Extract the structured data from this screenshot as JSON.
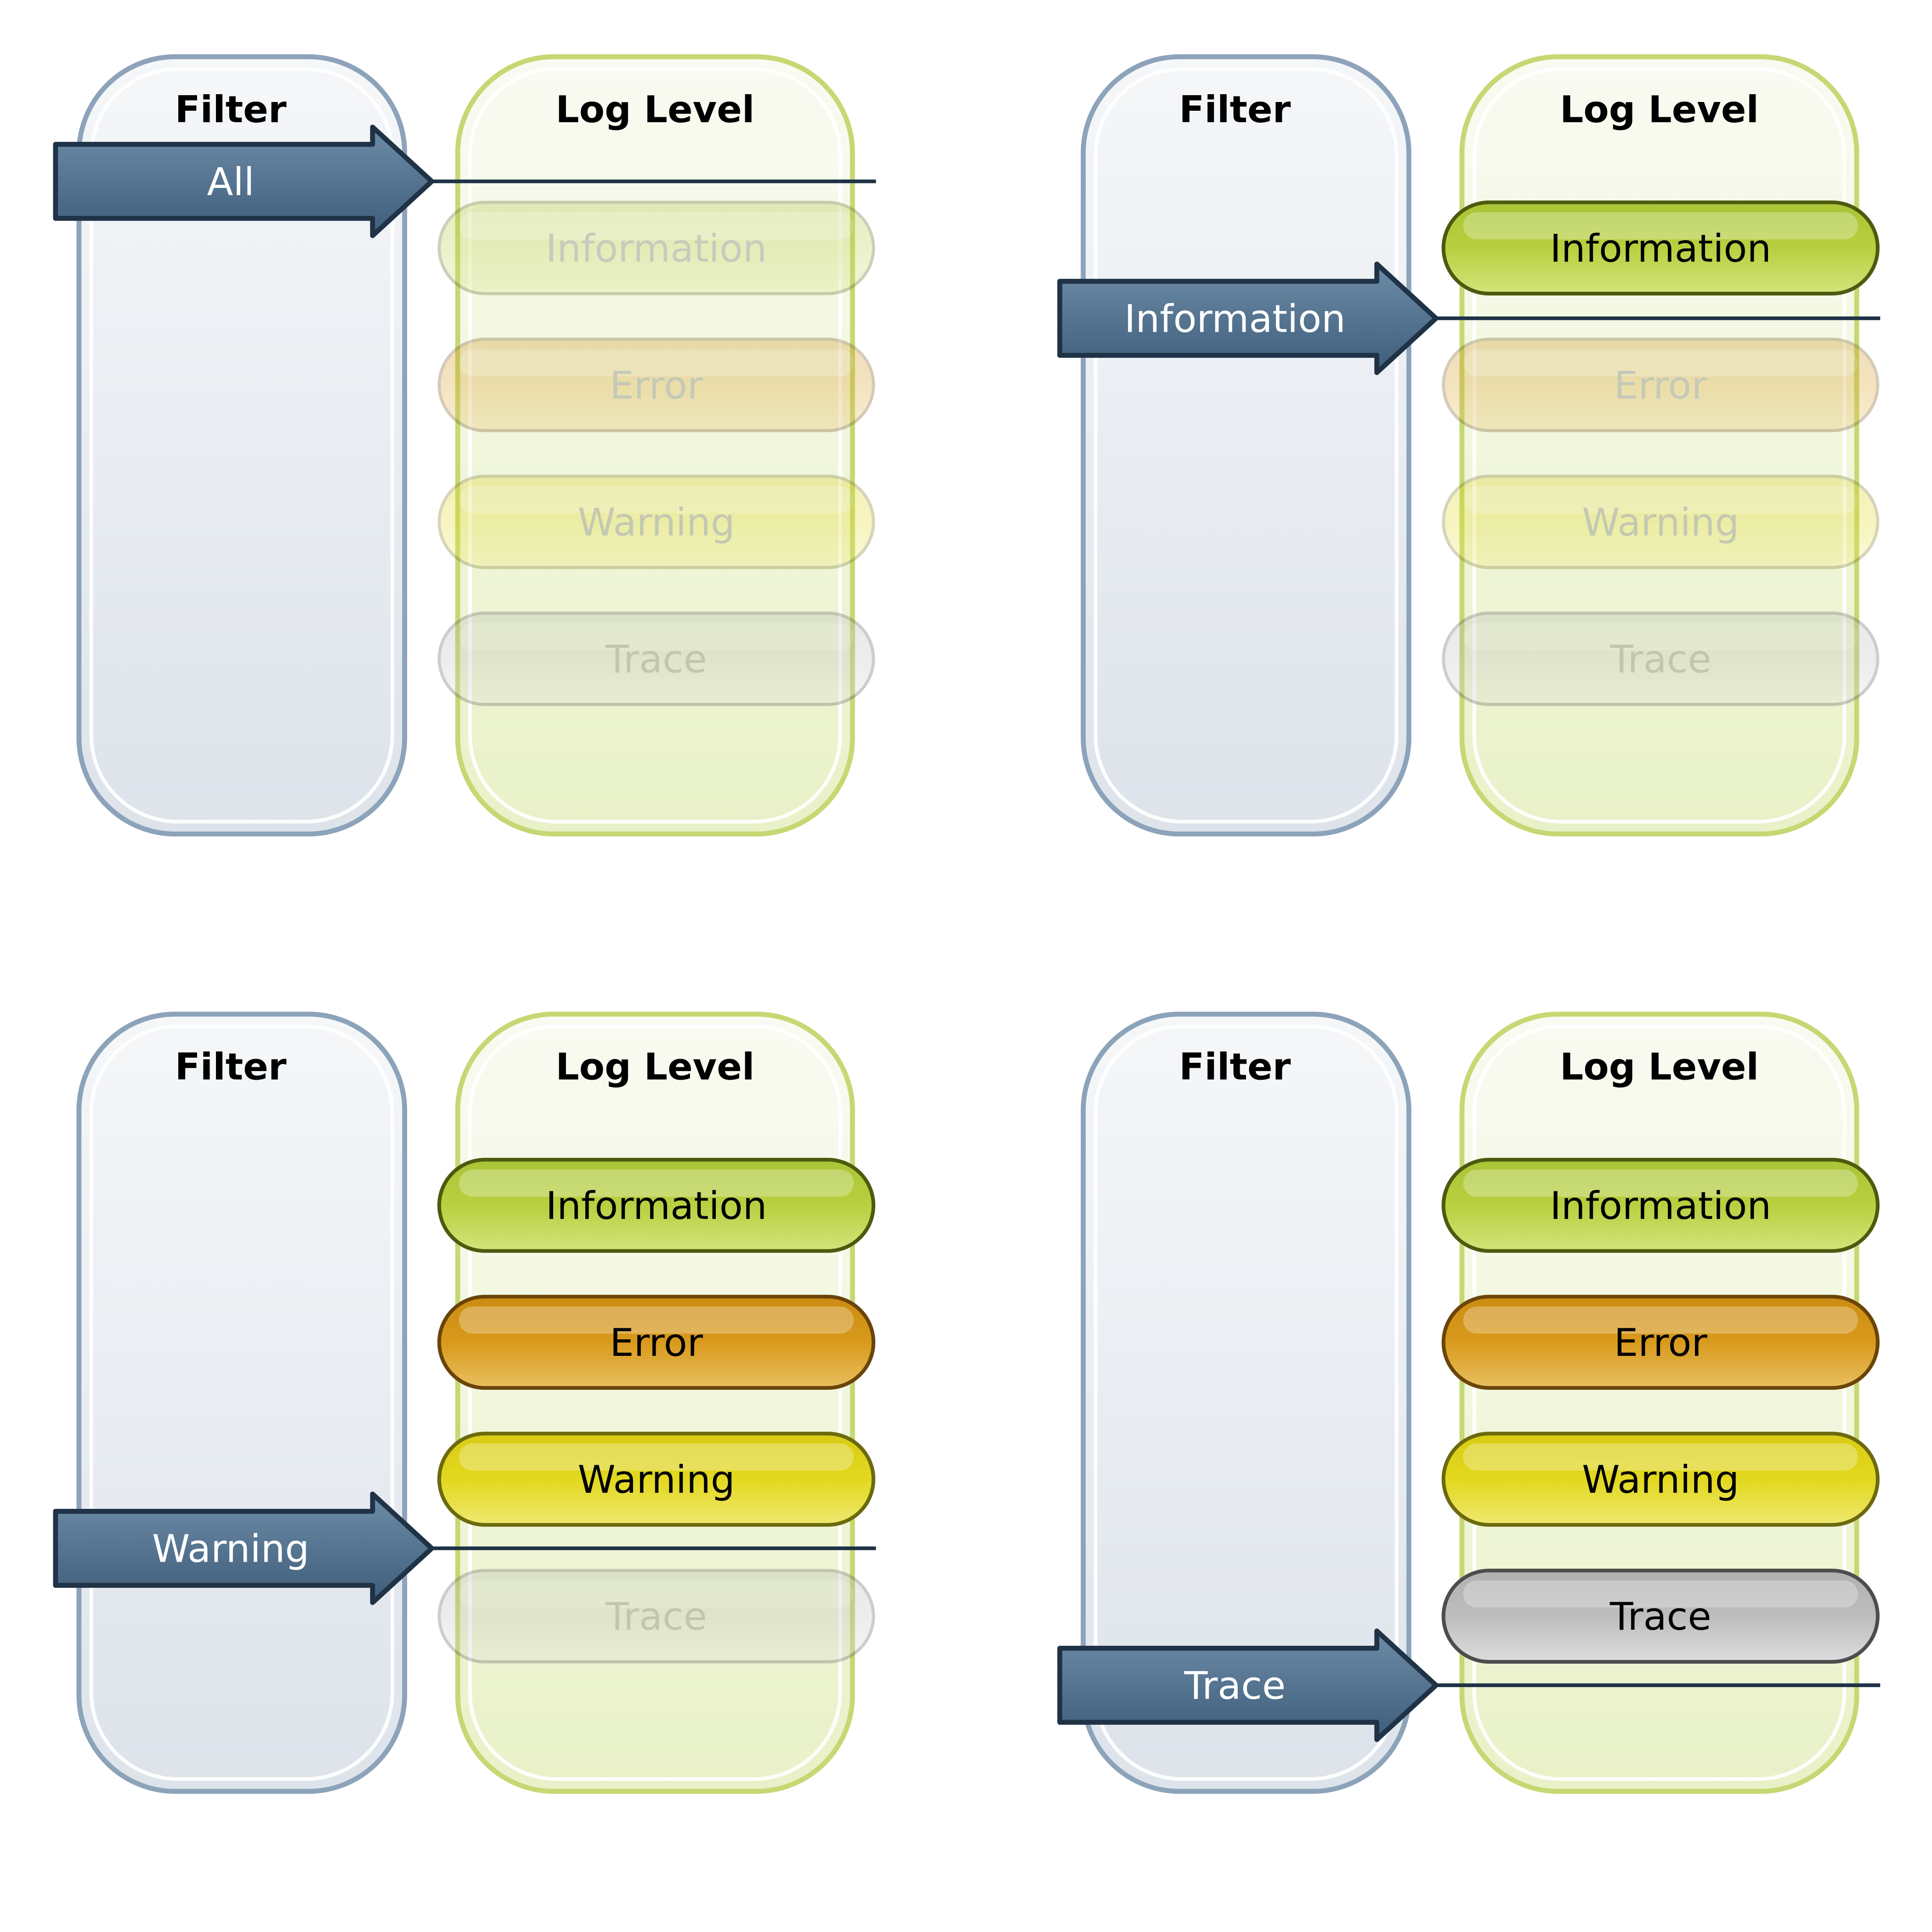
{
  "headers": {
    "filter": "Filter",
    "log_level": "Log Level"
  },
  "levels": [
    {
      "id": "information",
      "label": "Information",
      "fill": "#b8d040",
      "fill_light": "#d2e47a",
      "stroke": "#4d5a0e"
    },
    {
      "id": "error",
      "label": "Error",
      "fill": "#d89a1c",
      "fill_light": "#e8bf60",
      "stroke": "#6a4408"
    },
    {
      "id": "warning",
      "label": "Warning",
      "fill": "#e2d81e",
      "fill_light": "#efe870",
      "stroke": "#6c6a0e"
    },
    {
      "id": "trace",
      "label": "Trace",
      "fill": "#bdbdbd",
      "fill_light": "#dcdcdc",
      "stroke": "#4d4d4d"
    }
  ],
  "scenarios": [
    {
      "filter_label": "All",
      "active_count": 0
    },
    {
      "filter_label": "Information",
      "active_count": 1
    },
    {
      "filter_label": "Warning",
      "active_count": 3
    },
    {
      "filter_label": "Trace",
      "active_count": 4
    }
  ],
  "colors": {
    "filter_panel_stroke": "#8ca3ba",
    "filter_panel_top": "#f5f7f9",
    "filter_panel_bottom": "#dde3ea",
    "log_panel_stroke": "#c5d873",
    "log_panel_top": "#f9fbf2",
    "log_panel_bottom": "#e9f1c8",
    "arrow_top": "#6d8ca8",
    "arrow_bottom": "#3e5d7a",
    "arrow_stroke": "#1f3246",
    "dim_text": "#a8a8a8",
    "active_text": "#000000"
  }
}
